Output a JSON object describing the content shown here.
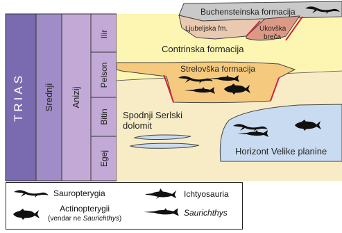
{
  "columns": {
    "system": "TRIAS",
    "series": "Srednji",
    "stage": "Anizij"
  },
  "substages": [
    "Ilir",
    "Pelson",
    "Bitin",
    "Egej"
  ],
  "formations": {
    "buchenstein": "Buchensteinska formacija",
    "ljubeljska": "Ljubeljska fm.",
    "ukovska_1": "Ukovška",
    "ukovska_2": "breča",
    "contrinska": "Contrinska formacija",
    "strelovska": "Strelovška formacija",
    "serlski_1": "Spodnji Serlski",
    "serlski_2": "dolomit",
    "velika_planina": "Horizont Velike planine"
  },
  "legend": {
    "sauropterygia": "Sauropterygia",
    "ichtyosauria": "Ichtyosauria",
    "actinopterygii": "Actinopterygii",
    "actinopterygii_note_prefix": "(vendar ne ",
    "actinopterygii_note_genus": "Saurichthys",
    "actinopterygii_note_suffix": ")",
    "saurichthys": "Saurichthys"
  },
  "colors": {
    "trias": "#7a6bb0",
    "srednji": "#a08cc6",
    "anizij": "#c2a9d6",
    "yellow": "#fdf5b2",
    "cream": "#f8ecc6",
    "orange": "#f5ca7e",
    "blue": "#c9dbf0",
    "buchenstein": "#c9c9c9",
    "ljubeljska": "#e9c9b0",
    "ukovska": "#dc9a86",
    "fault": "#d8203c"
  }
}
